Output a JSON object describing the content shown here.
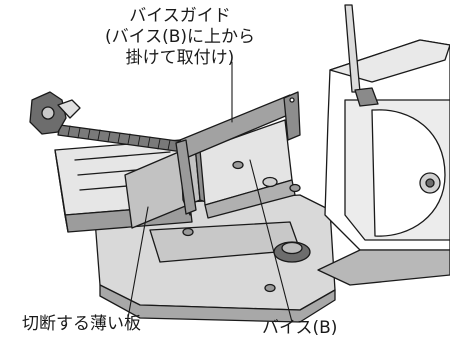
{
  "labels": {
    "vise_guide": {
      "line1": "バイスガイド",
      "line2": "(バイス(B)に上から",
      "line3": "掛けて取付け)"
    },
    "thin_board": "切断する薄い板",
    "vise_b": "バイス(B)"
  },
  "colors": {
    "outline": "#1a1a1a",
    "body_gray": "#d6d6d6",
    "dark_gray": "#8c8c8c",
    "light_gray": "#ececec",
    "guide_gray": "#9a9a9a",
    "board_gray": "#bdbdbd",
    "background": "#ffffff"
  }
}
